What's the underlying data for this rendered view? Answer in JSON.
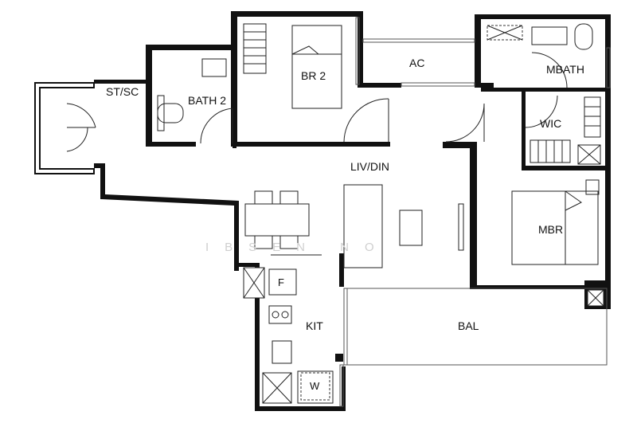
{
  "rooms": {
    "st_sc": "ST/SC",
    "bath2": "BATH 2",
    "br2": "BR 2",
    "ac": "AC",
    "mbath": "MBATH",
    "wic": "WIC",
    "liv_din": "LIV/DIN",
    "mbr": "MBR",
    "kit": "KIT",
    "bal": "BAL"
  },
  "fixtures": {
    "fridge": "F",
    "washer": "W"
  },
  "watermark": "IBSEN NO",
  "colors": {
    "wall": "#111111",
    "background": "#ffffff",
    "watermark": "#cfcfcf"
  }
}
